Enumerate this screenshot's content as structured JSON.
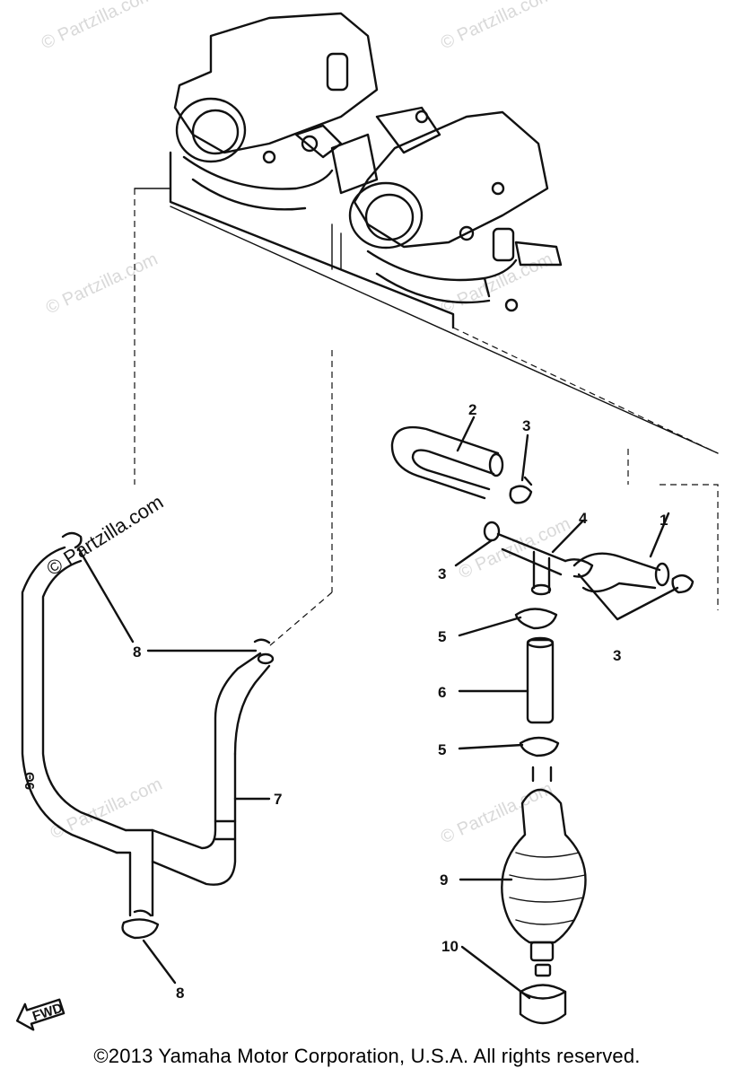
{
  "watermarks": {
    "text": "© Partzilla.com",
    "bold_text": "© Partzilla.com"
  },
  "callouts": {
    "c1": "1",
    "c2": "2",
    "c3a": "3",
    "c3b": "3",
    "c3c": "3",
    "c4": "4",
    "c5a": "5",
    "c5b": "5",
    "c6": "6",
    "c7": "7",
    "c8a": "8",
    "c8b": "8",
    "c9": "9",
    "c10": "10"
  },
  "fwd_label": "FWD",
  "copyright": "©2013 Yamaha Motor Corporation, U.S.A. All rights reserved."
}
